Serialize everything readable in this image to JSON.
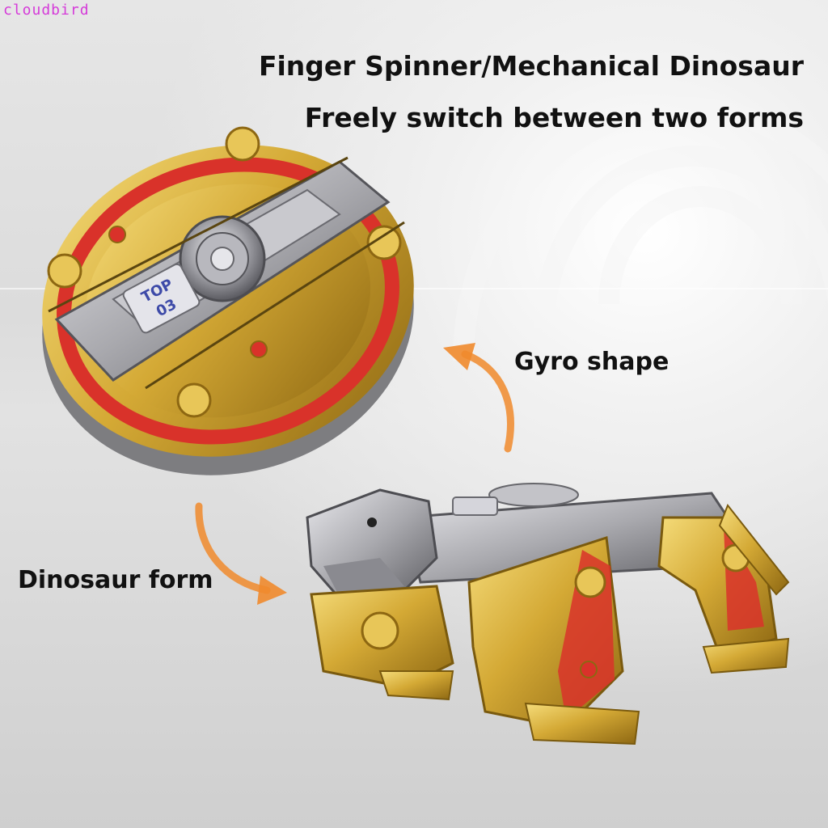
{
  "watermark": "cloudbird",
  "headline": {
    "line1": "Finger Spinner/Mechanical Dinosaur",
    "line2": "Freely switch between two forms"
  },
  "labels": {
    "gyro": "Gyro shape",
    "dinosaur": "Dinosaur form"
  },
  "spinner_badge": {
    "line1": "TOP",
    "line2": "03"
  },
  "colors": {
    "gold": "#d4a935",
    "gold_dark": "#9c7414",
    "red": "#d9322a",
    "silver": "#b9b9bd",
    "silver_dark": "#6e6e72",
    "arrow": "#f08a2c",
    "badge_text": "#3d4aa8"
  },
  "icons": {
    "gyro_arrow": "curved-arrow-up-icon",
    "dino_arrow": "curved-arrow-down-icon"
  }
}
